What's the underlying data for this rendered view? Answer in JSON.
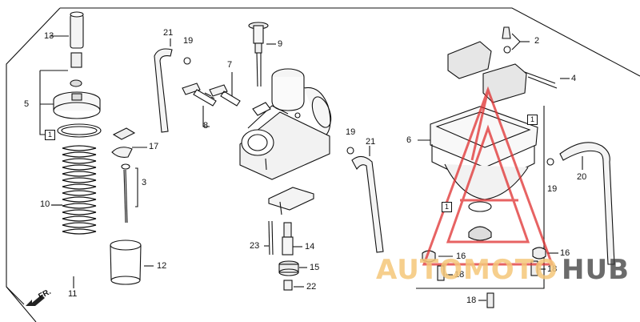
{
  "diagram": {
    "labels": [
      {
        "id": "13",
        "text": "13"
      },
      {
        "id": "5",
        "text": "5"
      },
      {
        "id": "10",
        "text": "10"
      },
      {
        "id": "11",
        "text": "11"
      },
      {
        "id": "21a",
        "text": "21"
      },
      {
        "id": "19a",
        "text": "19"
      },
      {
        "id": "9",
        "text": "9"
      },
      {
        "id": "7",
        "text": "7"
      },
      {
        "id": "8",
        "text": "8"
      },
      {
        "id": "17",
        "text": "17"
      },
      {
        "id": "3",
        "text": "3"
      },
      {
        "id": "12",
        "text": "12"
      },
      {
        "id": "19b",
        "text": "19"
      },
      {
        "id": "21b",
        "text": "21"
      },
      {
        "id": "23",
        "text": "23"
      },
      {
        "id": "14",
        "text": "14"
      },
      {
        "id": "15",
        "text": "15"
      },
      {
        "id": "22",
        "text": "22"
      },
      {
        "id": "6",
        "text": "6"
      },
      {
        "id": "2",
        "text": "2"
      },
      {
        "id": "4",
        "text": "4"
      },
      {
        "id": "20",
        "text": "20"
      },
      {
        "id": "19c",
        "text": "19"
      },
      {
        "id": "16a",
        "text": "16"
      },
      {
        "id": "16b",
        "text": "16"
      },
      {
        "id": "18a",
        "text": "18"
      },
      {
        "id": "18b",
        "text": "18"
      },
      {
        "id": "18c",
        "text": "18"
      }
    ],
    "boxed_refs": [
      {
        "id": "box-a",
        "text": "1"
      },
      {
        "id": "box-b",
        "text": "1"
      },
      {
        "id": "box-c",
        "text": "1"
      }
    ],
    "direction_marker": "FR.",
    "watermark": {
      "part1": "AUTOMOTO",
      "part2": "HUB",
      "color1": "#f5c77a",
      "color2": "#3a3a3a",
      "triangle_color": "#e03030"
    }
  }
}
